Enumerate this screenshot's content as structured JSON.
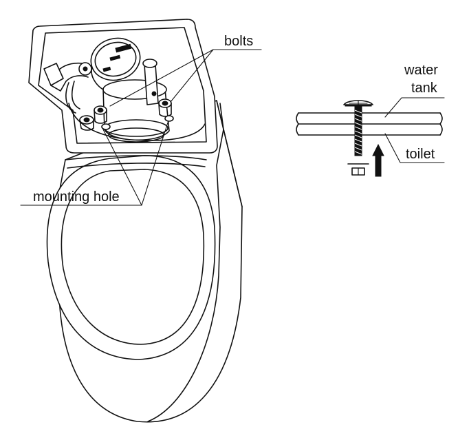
{
  "labels": {
    "bolts": "bolts",
    "mounting_hole": "mounting hole",
    "water": "water",
    "tank": "tank",
    "toilet": "toilet"
  },
  "colors": {
    "line": "#111111",
    "background": "#ffffff",
    "shade": "#bdbdbd"
  }
}
